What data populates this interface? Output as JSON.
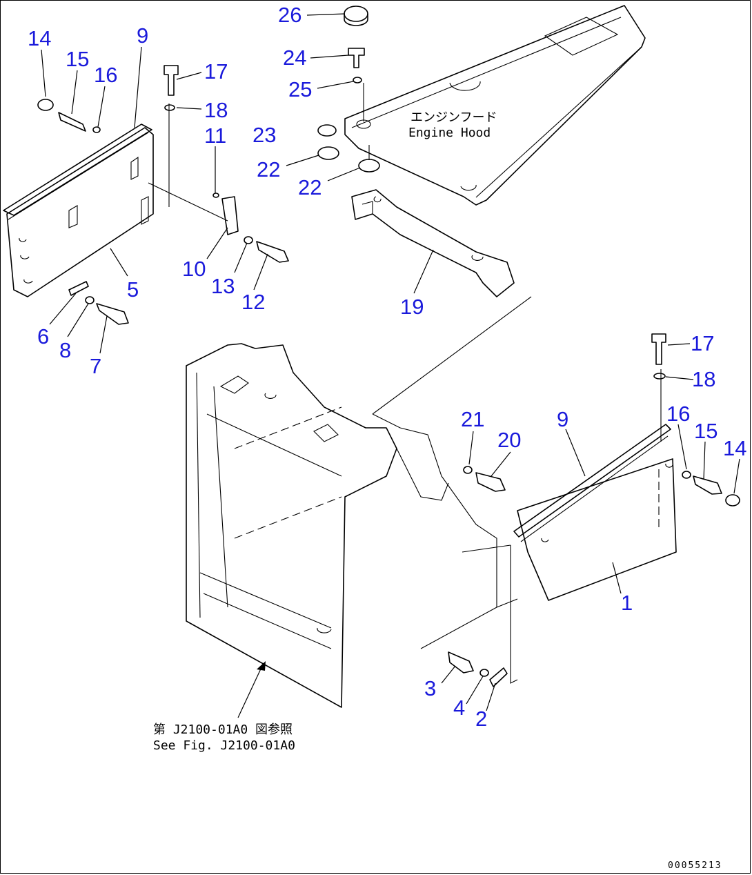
{
  "callouts": [
    {
      "id": "c14a",
      "label": "14"
    },
    {
      "id": "c15a",
      "label": "15"
    },
    {
      "id": "c16a",
      "label": "16"
    },
    {
      "id": "c9a",
      "label": "9"
    },
    {
      "id": "c17a",
      "label": "17"
    },
    {
      "id": "c18a",
      "label": "18"
    },
    {
      "id": "c11",
      "label": "11"
    },
    {
      "id": "c10",
      "label": "10"
    },
    {
      "id": "c13",
      "label": "13"
    },
    {
      "id": "c12",
      "label": "12"
    },
    {
      "id": "c5",
      "label": "5"
    },
    {
      "id": "c6",
      "label": "6"
    },
    {
      "id": "c8",
      "label": "8"
    },
    {
      "id": "c7",
      "label": "7"
    },
    {
      "id": "c26",
      "label": "26"
    },
    {
      "id": "c24",
      "label": "24"
    },
    {
      "id": "c25",
      "label": "25"
    },
    {
      "id": "c23",
      "label": "23"
    },
    {
      "id": "c22a",
      "label": "22"
    },
    {
      "id": "c22b",
      "label": "22"
    },
    {
      "id": "c19",
      "label": "19"
    },
    {
      "id": "c17b",
      "label": "17"
    },
    {
      "id": "c18b",
      "label": "18"
    },
    {
      "id": "c16b",
      "label": "16"
    },
    {
      "id": "c15b",
      "label": "15"
    },
    {
      "id": "c14b",
      "label": "14"
    },
    {
      "id": "c9b",
      "label": "9"
    },
    {
      "id": "c21",
      "label": "21"
    },
    {
      "id": "c20",
      "label": "20"
    },
    {
      "id": "c1",
      "label": "1"
    },
    {
      "id": "c3",
      "label": "3"
    },
    {
      "id": "c4",
      "label": "4"
    },
    {
      "id": "c2",
      "label": "2"
    }
  ],
  "engine_hood_jp": "エンジンフード",
  "engine_hood_en": "Engine Hood",
  "ref_jp": "第 J2100-01A0 図参照",
  "ref_en": "See Fig. J2100-01A0",
  "drawing_number": "00055213"
}
